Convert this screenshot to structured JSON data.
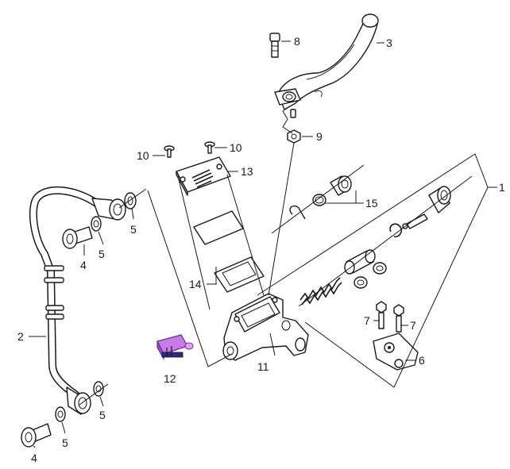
{
  "callouts": {
    "c1": "1",
    "c2": "2",
    "c3": "3",
    "c4a": "4",
    "c4b": "4",
    "c5a": "5",
    "c5b": "5",
    "c5c": "5",
    "c5d": "5",
    "c6": "6",
    "c7a": "7",
    "c7b": "7",
    "c8": "8",
    "c9": "9",
    "c10a": "10",
    "c10b": "10",
    "c11": "11",
    "c12": "12",
    "c13": "13",
    "c14": "14",
    "c15": "15"
  },
  "colors": {
    "line": "#1a1a1a",
    "highlight": "#c77be8",
    "highlight_dark": "#6a2c8f",
    "part_fill": "#ffffff"
  }
}
